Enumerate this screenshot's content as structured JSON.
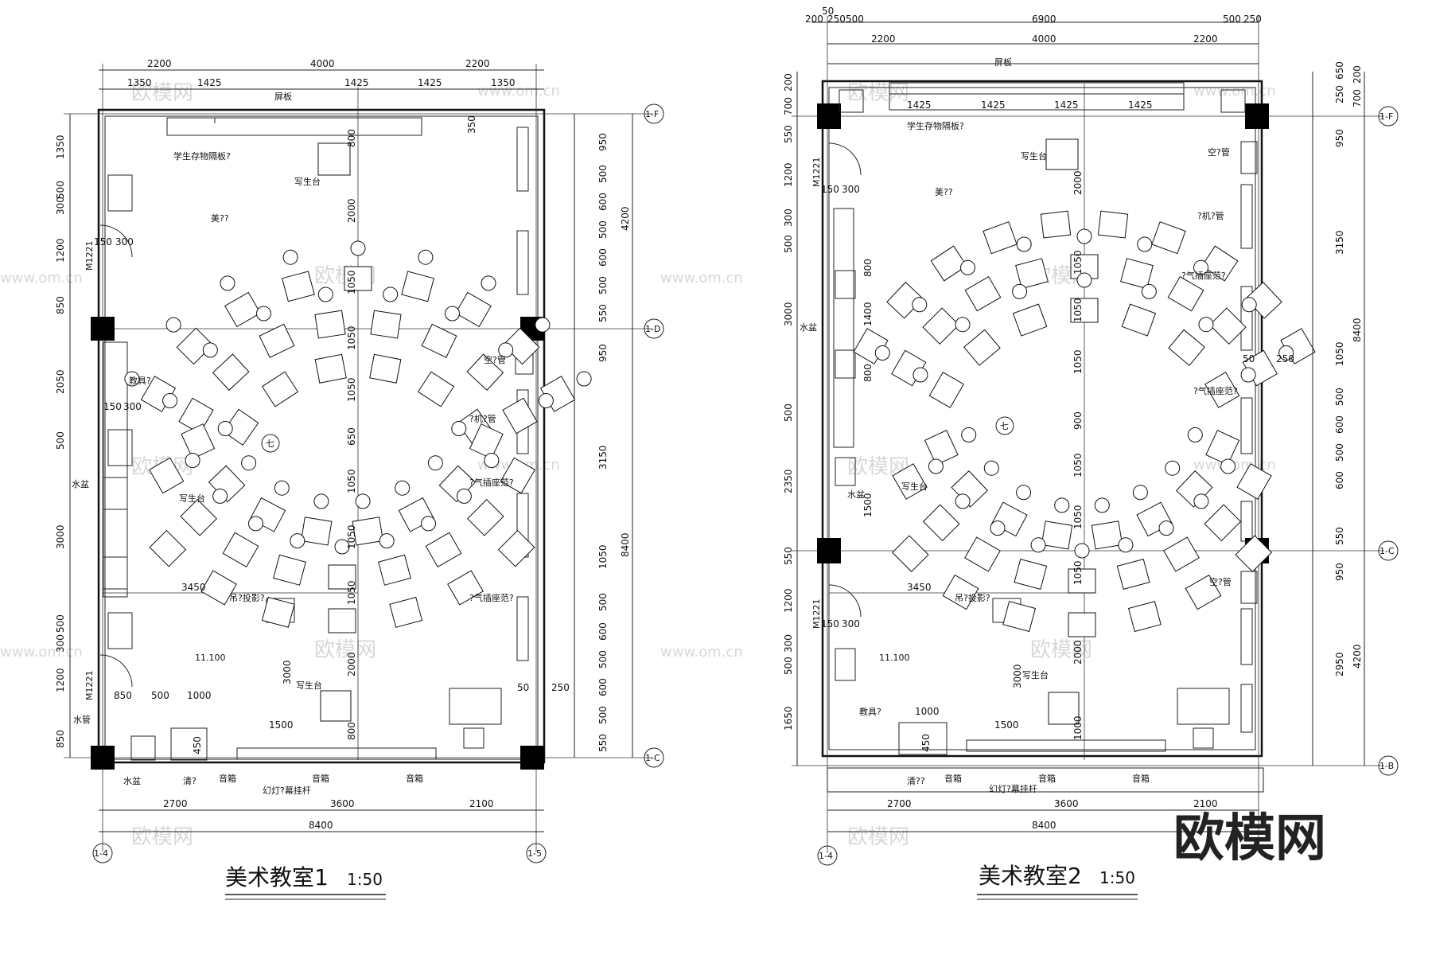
{
  "plans": [
    {
      "title": "美术教室1",
      "scale": "1:50",
      "top_dims_1": [
        "2200",
        "4000",
        "2200"
      ],
      "top_dims_2": [
        "1350",
        "1425",
        "1425",
        "1425",
        "1350"
      ],
      "bottom_dims_1": [
        "2700",
        "3600",
        "2100"
      ],
      "bottom_total": "8400",
      "right_dims_1": [
        "950",
        "500",
        "600",
        "500",
        "600",
        "500",
        "550",
        "950",
        "3150",
        "1050",
        "500",
        "600",
        "500",
        "600",
        "500",
        "550"
      ],
      "right_dims_2": [
        "4200",
        "8400"
      ],
      "left_dims": [
        "1350",
        "300",
        "500",
        "1200",
        "850",
        "2050",
        "500",
        "3000",
        "500",
        "300",
        "1200",
        "850"
      ],
      "center_dims": [
        "800",
        "2000",
        "1050",
        "1050",
        "1050",
        "650",
        "1050",
        "1050",
        "1050",
        "2000",
        "800"
      ],
      "axes": [
        "1-F",
        "1-D",
        "1-C",
        "1-4",
        "1-5"
      ],
      "labels": [
        "屏板",
        "学生存物隔板?",
        "写生台",
        "美??",
        "教具?",
        "水盆",
        "写生台",
        "空?管",
        "?机?管",
        "?气插座范?",
        "?气插座范?",
        "吊?投影?",
        "11.100",
        "水管",
        "水盆",
        "清?",
        "音箱",
        "幻灯?幕挂杆",
        "音箱",
        "音箱",
        "写生台",
        "M1221",
        "M1221",
        "150",
        "300",
        "150",
        "300",
        "3450",
        "3000",
        "1500",
        "850",
        "500",
        "1000",
        "450",
        "50",
        "250",
        "七",
        "350"
      ]
    },
    {
      "title": "美术教室2",
      "scale": "1:50",
      "top_dims_0": [
        "200",
        "250",
        "500",
        "6900",
        "500",
        "250",
        "50"
      ],
      "top_dims_1": [
        "2200",
        "4000",
        "2200"
      ],
      "top_dims_2": [
        "1425",
        "1425",
        "1425",
        "1425"
      ],
      "bottom_dims_1": [
        "2700",
        "3600",
        "2100"
      ],
      "bottom_total": "8400",
      "right_dims_1": [
        "950",
        "3150",
        "1050",
        "500",
        "600",
        "500",
        "600",
        "550",
        "950",
        "2950"
      ],
      "right_dims_2": [
        "4200",
        "8400"
      ],
      "right_dims_top": [
        "250",
        "650",
        "700",
        "200"
      ],
      "left_dims": [
        "200",
        "700",
        "550",
        "1200",
        "300",
        "500",
        "3000",
        "500",
        "2350",
        "550",
        "1200",
        "300",
        "500",
        "1650"
      ],
      "center_dims": [
        "2000",
        "1050",
        "1050",
        "1050",
        "900",
        "1050",
        "1050",
        "1050",
        "2000",
        "1000"
      ],
      "axes": [
        "1-F",
        "1-C",
        "1-B",
        "1-4"
      ],
      "labels": [
        "屏板",
        "学生存物隔板?",
        "写生台",
        "美??",
        "空?管",
        "?机?管",
        "?气插座范?",
        "?气插座范?",
        "水盆",
        "水盆",
        "写生台",
        "吊?投影?",
        "11.100",
        "教具?",
        "写生台",
        "空?管",
        "清??",
        "音箱",
        "幻灯?幕挂杆",
        "音箱",
        "音箱",
        "M1221",
        "M1221",
        "3450",
        "3000",
        "1500",
        "1000",
        "450",
        "150",
        "300",
        "150",
        "300",
        "50",
        "250",
        "七",
        "1400",
        "800",
        "800",
        "1500"
      ]
    }
  ],
  "watermarks": [
    "欧模网",
    "www.om.cn"
  ],
  "brand": "欧模网"
}
